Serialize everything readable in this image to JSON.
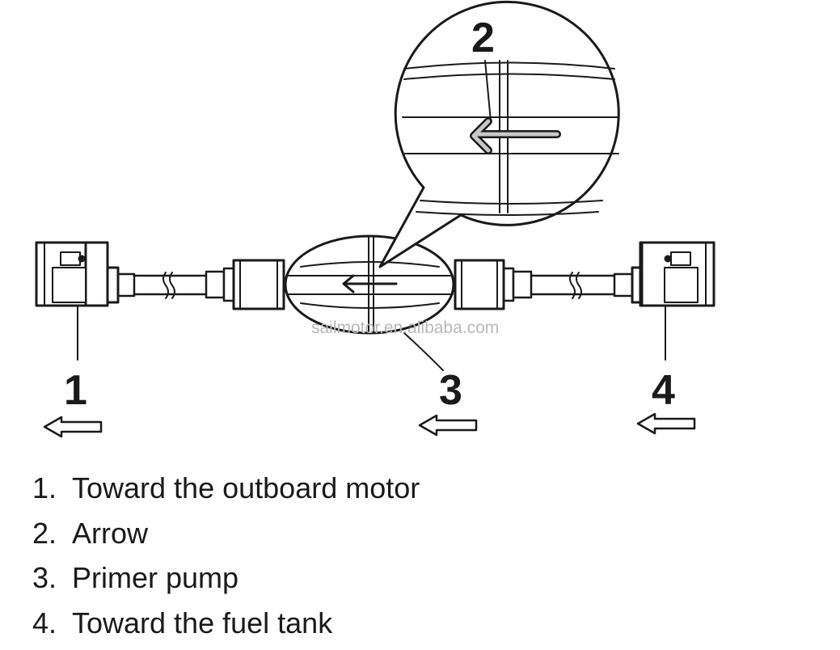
{
  "diagram": {
    "callouts": [
      "1",
      "2",
      "3",
      "4"
    ],
    "watermark": "sailmotor.en.alibaba.com",
    "icons": [
      "flow-arrow-icon",
      "flow-arrow-icon",
      "flow-arrow-icon",
      "direction-arrow-icon"
    ]
  },
  "legend": [
    {
      "num": "1.",
      "text": "Toward the outboard motor"
    },
    {
      "num": "2.",
      "text": "Arrow"
    },
    {
      "num": "3.",
      "text": "Primer pump"
    },
    {
      "num": "4.",
      "text": "Toward the fuel tank"
    }
  ]
}
